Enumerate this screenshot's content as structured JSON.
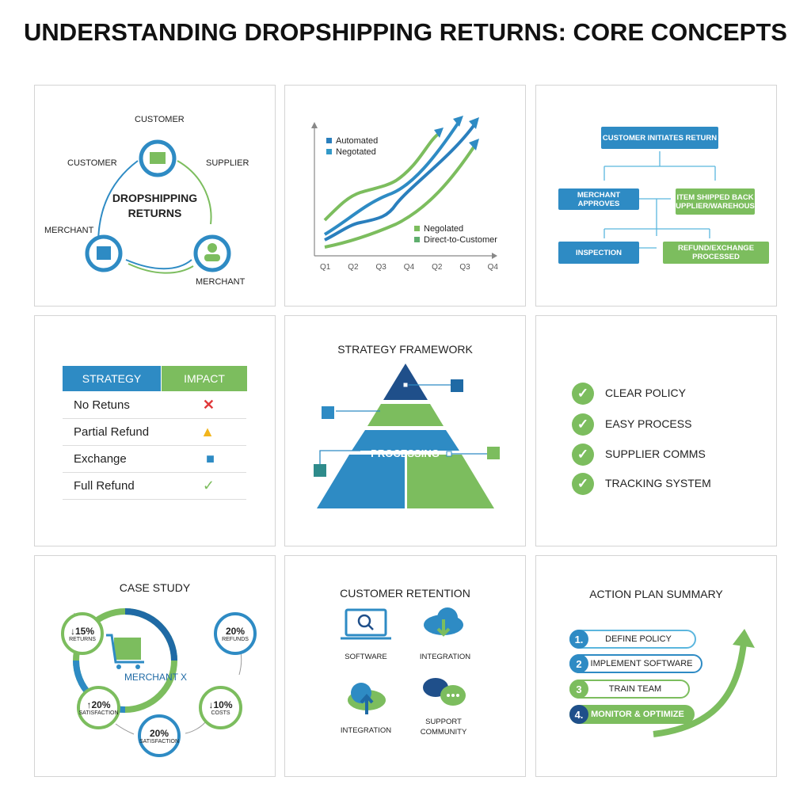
{
  "title": "UNDERSTANDING DROPSHIPPING RETURNS: CORE CONCEPTS",
  "panel1": {
    "center": "DROPSHIPPING RETURNS",
    "labels": [
      "CUSTOMER",
      "CUSTOMER",
      "SUPPLIER",
      "MERCHANT",
      "MERCHANT"
    ],
    "colors": {
      "blue": "#2e8bc4",
      "green": "#7cbd5e"
    }
  },
  "panel2": {
    "legend_top": [
      "Automated",
      "Negotated"
    ],
    "legend_bottom": [
      "Negolated",
      "Direct-to-Customer"
    ],
    "x_ticks": [
      "Q1",
      "Q2",
      "Q3",
      "Q4",
      "Q2",
      "Q3",
      "Q4"
    ]
  },
  "panel3": {
    "boxes": [
      "CUSTOMER INITIATES RETURN",
      "MERCHANT APPROVES",
      "ITEM SHIPPED BACK (SUPPLIER/WAREHOUSE)",
      "INSPECTION",
      "REFUND/EXCHANGE PROCESSED"
    ]
  },
  "panel4": {
    "headers": [
      "STRATEGY",
      "IMPACT"
    ],
    "rows": [
      {
        "label": "No Retuns",
        "icon": "x-icon"
      },
      {
        "label": "Partial Refund",
        "icon": "triangle-icon"
      },
      {
        "label": "Exchange",
        "icon": "square-icon"
      },
      {
        "label": "Full Refund",
        "icon": "check-icon"
      }
    ]
  },
  "panel5": {
    "title": "STRATEGY FRAMEWORK",
    "level": "PROCESSING"
  },
  "panel6": {
    "items": [
      "CLEAR POLICY",
      "EASY PROCESS",
      "SUPPLIER COMMS",
      "TRACKING SYSTEM"
    ]
  },
  "panel7": {
    "title": "CASE STUDY",
    "center": "MERCHANT X",
    "metrics": [
      {
        "value": "↓15%",
        "label": "RETURNS"
      },
      {
        "value": "20%",
        "label": "REFUNDS"
      },
      {
        "value": "↑20%",
        "label": "SATISFACTION"
      },
      {
        "value": "↓10%",
        "label": "COSTS"
      },
      {
        "value": "20%",
        "label": "SATISFACTION"
      }
    ]
  },
  "panel8": {
    "title": "CUSTOMER RETENTION",
    "items": [
      "SOFTWARE",
      "INTEGRATION",
      "INTEGRATION",
      "SUPPORT COMMUNITY"
    ]
  },
  "panel9": {
    "title": "ACTION PLAN SUMMARY",
    "steps": [
      {
        "n": "1.",
        "label": "DEFINE POLICY"
      },
      {
        "n": "2",
        "label": "IMPLEMENT SOFTWARE"
      },
      {
        "n": "3",
        "label": "TRAIN TEAM"
      },
      {
        "n": "4.",
        "label": "MONITOR & OPTIMIZE"
      }
    ]
  }
}
